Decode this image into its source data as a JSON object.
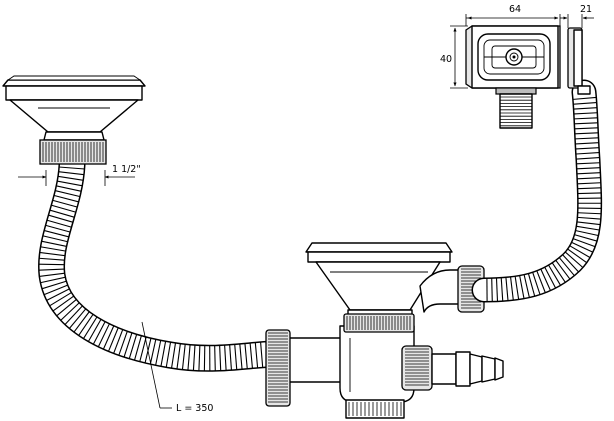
{
  "labels": {
    "thread": "1 1/2\"",
    "length": "L = 350",
    "overflow_width": "64",
    "overflow_height": "40",
    "overflow_depth": "21"
  },
  "colors": {
    "line": "#000000",
    "background": "#ffffff",
    "shade": "#e6e6e6"
  }
}
